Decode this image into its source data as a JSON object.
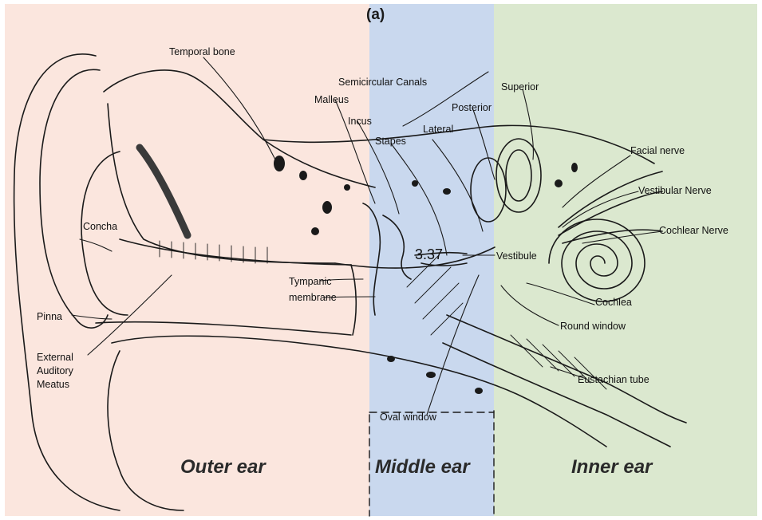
{
  "colors": {
    "outer_region": "#fbe6de",
    "middle_region": "#c9d8ee",
    "inner_region": "#dbe8cf",
    "ink": "#1a1a1a"
  },
  "panel_tag": "(a)",
  "value_badge": "3.37",
  "sections": {
    "outer": "Outer ear",
    "middle": "Middle ear",
    "inner": "Inner ear"
  },
  "labels": {
    "temporal_bone": "Temporal bone",
    "semicircular_canals": "Semicircular Canals",
    "superior": "Superior",
    "posterior": "Posterior",
    "lateral": "Lateral",
    "malleus": "Malleus",
    "incus": "Incus",
    "stapes": "Stapes",
    "facial_nerve": "Facial nerve",
    "vestibular_nerve": "Vestibular Nerve",
    "cochlear_nerve": "Cochlear Nerve",
    "concha": "Concha",
    "vestibule": "Vestibule",
    "tympanic_line1": "Tympanic",
    "tympanic_line2": "membrane",
    "cochlea": "Cochlea",
    "pinna": "Pinna",
    "round_window": "Round window",
    "eam_line1": "External",
    "eam_line2": "Auditory",
    "eam_line3": "Meatus",
    "eustachian_tube": "Eustachian tube",
    "oval_window": "Oval window"
  }
}
